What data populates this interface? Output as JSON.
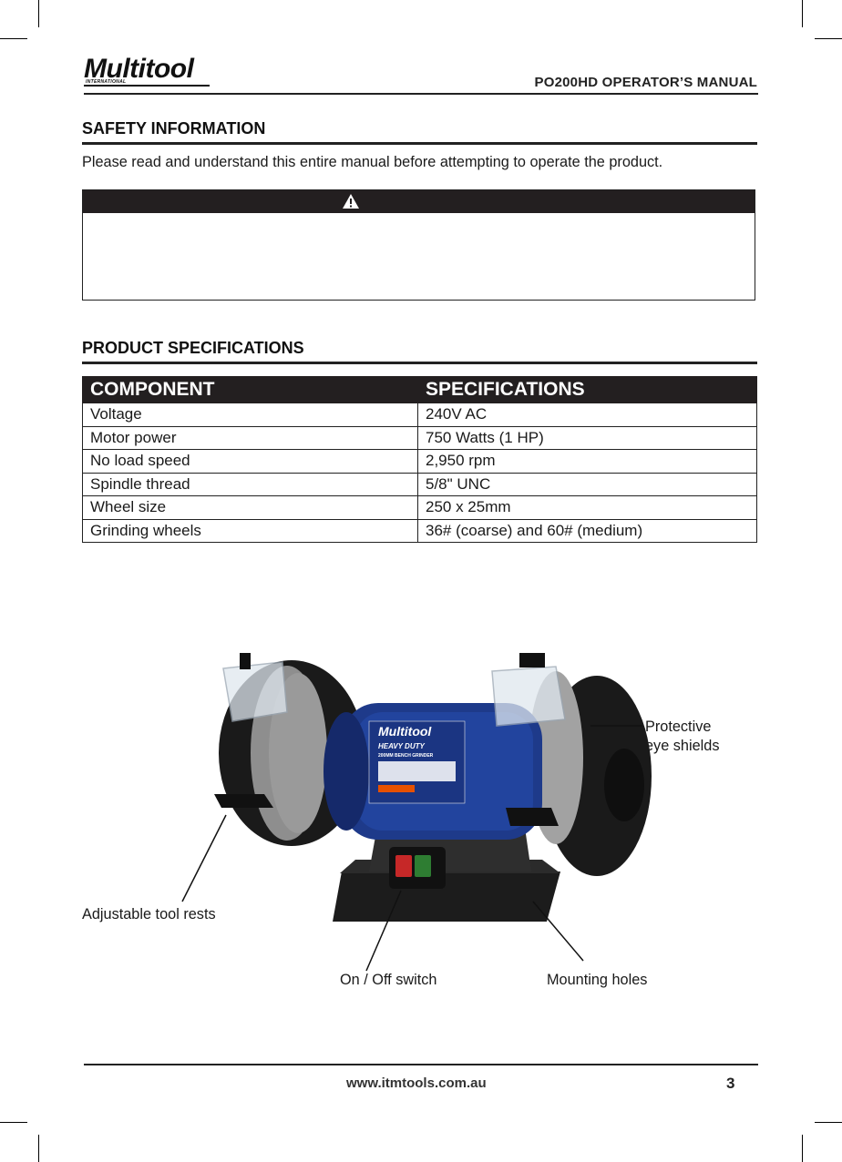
{
  "header": {
    "brand": "Multitool",
    "brand_sub": "INTERNATIONAL",
    "manual_title": "PO200HD OPERATOR’S MANUAL"
  },
  "safety": {
    "title": "SAFETY INFORMATION",
    "intro": "Please read and understand this entire manual before attempting to operate the product.",
    "warning_icon": "warning-triangle-icon"
  },
  "specs": {
    "title": "PRODUCT SPECIFICATIONS",
    "columns": [
      "COMPONENT",
      "SPECIFICATIONS"
    ],
    "rows": [
      [
        "Voltage",
        "240V AC"
      ],
      [
        "Motor power",
        "750 Watts (1 HP)"
      ],
      [
        "No load speed",
        "2,950 rpm"
      ],
      [
        "Spindle thread",
        "5/8\" UNC"
      ],
      [
        "Wheel size",
        "250 x 25mm"
      ],
      [
        "Grinding wheels",
        "36# (coarse) and 60# (medium)"
      ]
    ]
  },
  "diagram": {
    "label_eye_shields_1": "Protective",
    "label_eye_shields_2": "eye shields",
    "label_tool_rests": "Adjustable tool rests",
    "label_switch": "On / Off switch",
    "label_mounting": "Mounting holes",
    "motor_brand": "Multitool",
    "motor_line1": "HEAVY DUTY",
    "motor_line2": "200MM BENCH GRINDER",
    "colors": {
      "motor": "#1e3a8a",
      "base": "#1c1c1c",
      "wheel": "#8e8e8e"
    }
  },
  "footer": {
    "url": "www.itmtools.com.au",
    "page": "3"
  }
}
